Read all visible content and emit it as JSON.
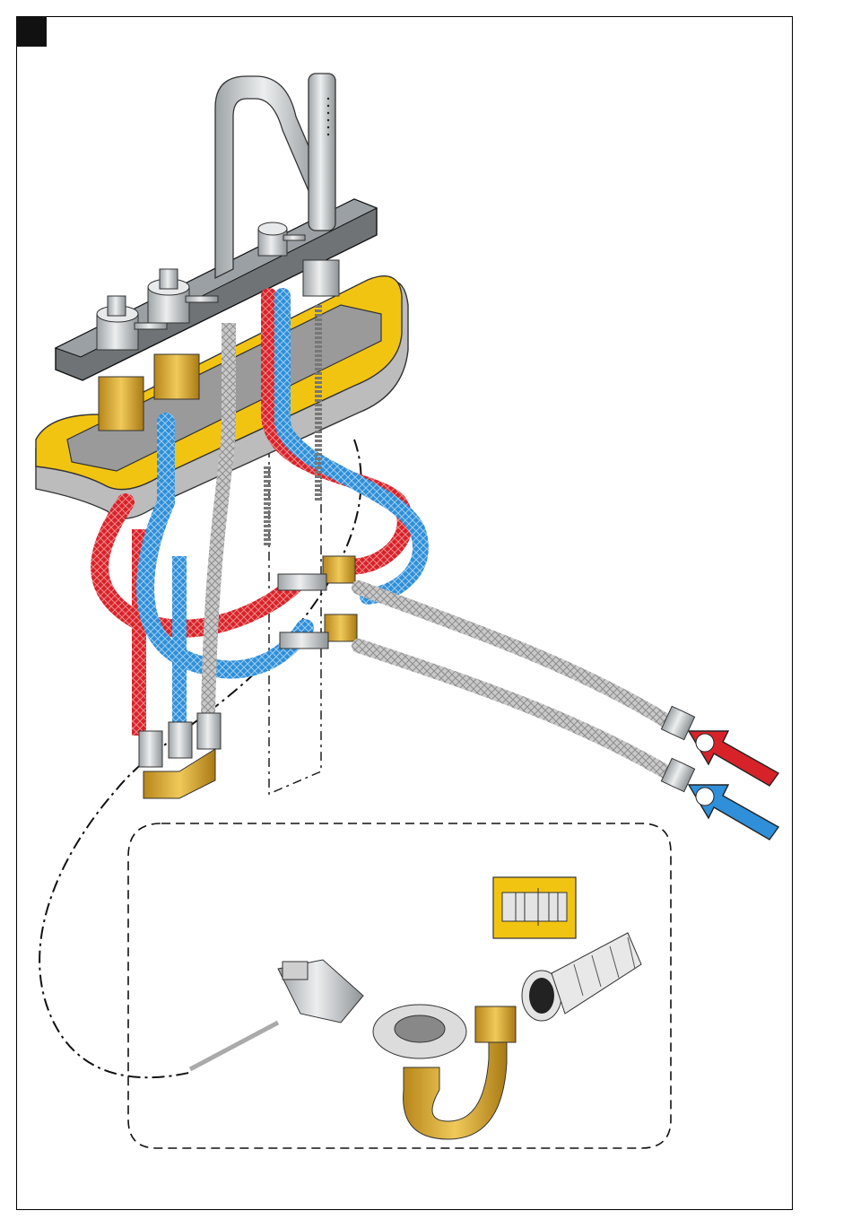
{
  "colors": {
    "hot": "#d8222a",
    "cold": "#2f8fd8",
    "braided": "#b9b9b9",
    "brass": "#d4a62a",
    "yellow_gasket": "#f2c412",
    "deck": "#8a8a8a",
    "stone": "#bdbdbd",
    "chrome": "#cfd2d4"
  },
  "icons": {
    "corner": "step-marker-square",
    "hot_arrow": "hot-water-inlet-arrow",
    "cold_arrow": "cold-water-inlet-arrow",
    "detail": "hose-connector-detail"
  }
}
